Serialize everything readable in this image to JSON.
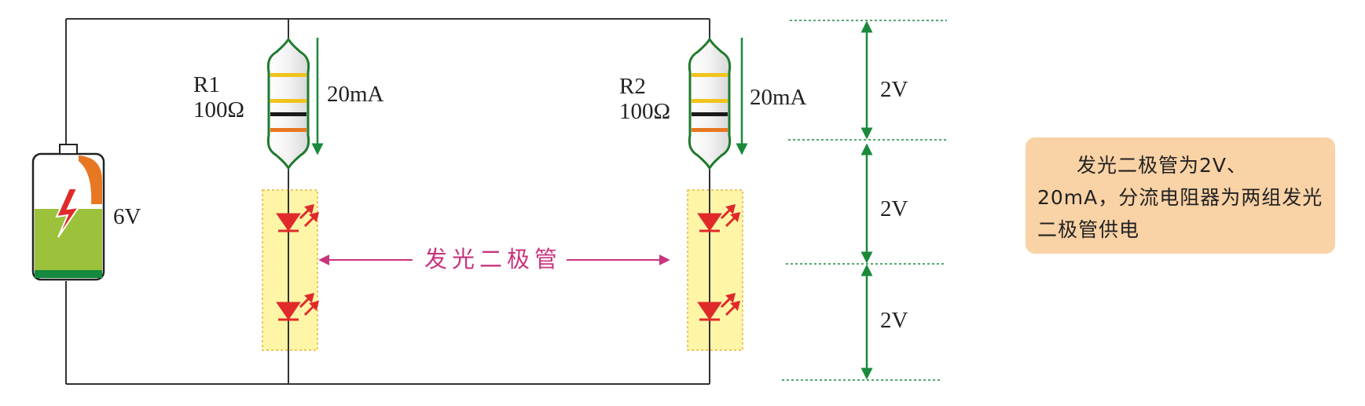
{
  "battery": {
    "voltage_label": "6V"
  },
  "branches": [
    {
      "name_label": "R1",
      "value_label": "100Ω",
      "current_label": "20mA"
    },
    {
      "name_label": "R2",
      "value_label": "100Ω",
      "current_label": "20mA"
    }
  ],
  "led_label": "发光二极管",
  "voltage_scale": [
    "2V",
    "2V",
    "2V"
  ],
  "note": {
    "text": "发光二极管为2V、20mA，分流电阻器为两组发光二极管供电"
  },
  "colors": {
    "wire": "#333333",
    "arrow_green": "#1a8a3a",
    "resistor_outline": "#1f7a2d",
    "band_yellow": "#f2c31d",
    "band_black": "#1a1a1a",
    "band_orange": "#e87722",
    "led_box": "#fff5a6",
    "led_box_border": "#e8b43a",
    "led_red": "#e02a2a",
    "label_magenta": "#c8347e",
    "battery_green": "#9cc13a",
    "note_bg": "#f9d2a6"
  }
}
